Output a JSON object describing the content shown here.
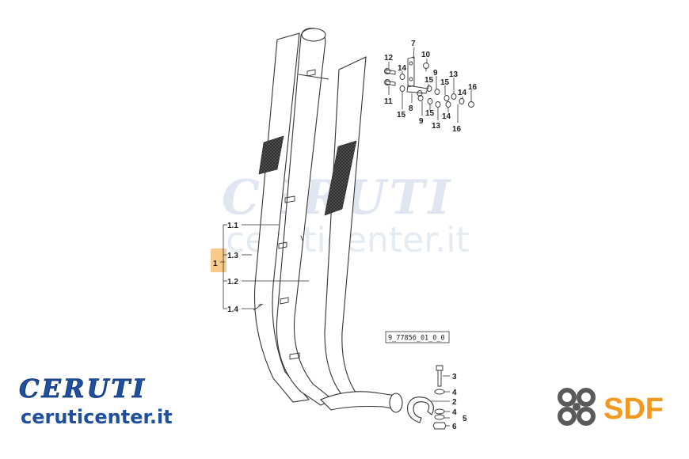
{
  "watermark": {
    "brand": "CERUTI",
    "url": "ceruticenter.it"
  },
  "logos": {
    "left_brand": "CERUTI",
    "left_url": "ceruticenter.it",
    "right_brand": "SDF",
    "brand_blue": "#1e4fa0",
    "sdf_orange": "#f29a1f"
  },
  "diagram": {
    "reference_code": "9_77856_01_0_0",
    "group_label": "1",
    "sub_labels": [
      "1.1",
      "1.3",
      "1.2",
      "1.4"
    ],
    "hardware_labels": [
      "3",
      "4",
      "2",
      "4",
      "5",
      "6"
    ],
    "bracket_labels": [
      "7",
      "10",
      "12",
      "14",
      "9",
      "11",
      "8",
      "15",
      "15",
      "15",
      "9",
      "15",
      "13",
      "14",
      "16",
      "13",
      "14",
      "16"
    ],
    "highlight_color": "#f7c98b"
  }
}
